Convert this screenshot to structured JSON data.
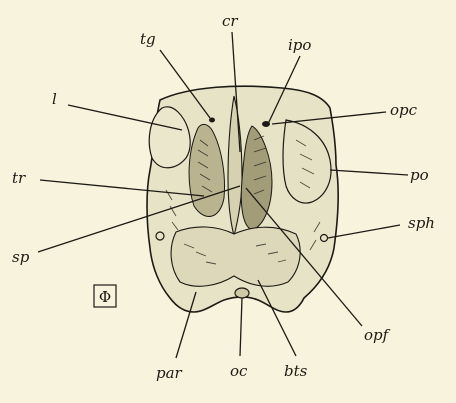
{
  "figure": {
    "paper_color": "#f7f3dd",
    "ink_color": "#1c1a14",
    "monogram": "Φ",
    "labels": {
      "tg": "tg",
      "cr": "cr",
      "ipo": "ipo",
      "l": "l",
      "opc": "opc",
      "tr": "tr",
      "po": "po",
      "sph": "sph",
      "sp": "sp",
      "opf": "opf",
      "par": "par",
      "oc": "oc",
      "bts": "bts"
    }
  }
}
